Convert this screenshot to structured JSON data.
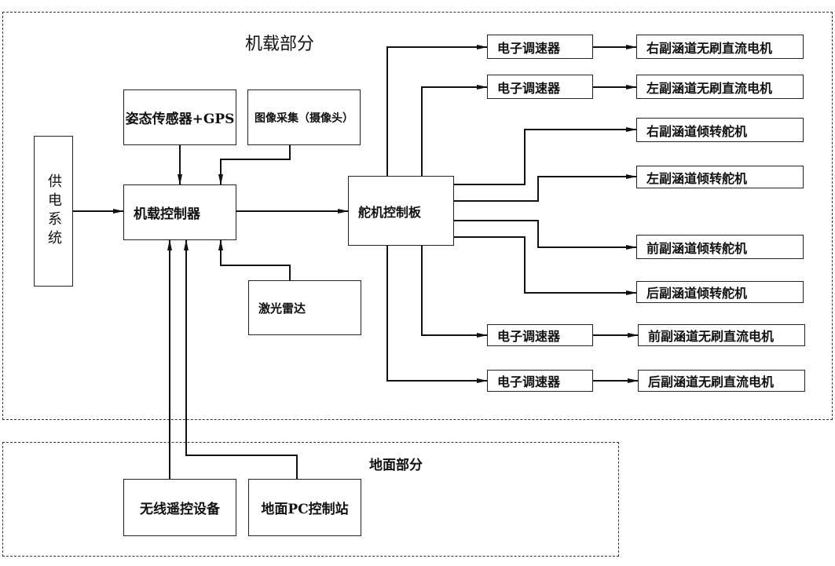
{
  "regions": {
    "airborne": {
      "title": "机载部分"
    },
    "ground": {
      "title": "地面部分"
    }
  },
  "nodes": {
    "power": "供电系统",
    "attitude": "姿态传感器+GPS",
    "camera": "图像采集（摄像头）",
    "flight_controller": "机载控制器",
    "lidar": "激光雷达",
    "servo_board": "舵机控制板",
    "esc_1": "电子调速器",
    "esc_2": "电子调速器",
    "esc_3": "电子调速器",
    "esc_4": "电子调速器",
    "motor_right": "右副涵道无刷直流电机",
    "motor_left": "左副涵道无刷直流电机",
    "motor_front": "前副涵道无刷直流电机",
    "motor_rear": "后副涵道无刷直流电机",
    "servo_right": "右副涵道倾转舵机",
    "servo_left": "左副涵道倾转舵机",
    "servo_front": "前副涵道倾转舵机",
    "servo_rear": "后副涵道倾转舵机",
    "wireless_rc": "无线遥控设备",
    "ground_pc": "地面PC控制站"
  },
  "edges": [
    {
      "from": "power",
      "to": "flight_controller"
    },
    {
      "from": "attitude",
      "to": "flight_controller"
    },
    {
      "from": "camera",
      "to": "flight_controller"
    },
    {
      "from": "lidar",
      "to": "flight_controller"
    },
    {
      "from": "wireless_rc",
      "to": "flight_controller"
    },
    {
      "from": "ground_pc",
      "to": "flight_controller"
    },
    {
      "from": "flight_controller",
      "to": "servo_board"
    },
    {
      "from": "servo_board",
      "to": "esc_1"
    },
    {
      "from": "servo_board",
      "to": "esc_2"
    },
    {
      "from": "servo_board",
      "to": "esc_3"
    },
    {
      "from": "servo_board",
      "to": "esc_4"
    },
    {
      "from": "esc_1",
      "to": "motor_right"
    },
    {
      "from": "esc_2",
      "to": "motor_left"
    },
    {
      "from": "esc_3",
      "to": "motor_front"
    },
    {
      "from": "esc_4",
      "to": "motor_rear"
    },
    {
      "from": "servo_board",
      "to": "servo_right"
    },
    {
      "from": "servo_board",
      "to": "servo_left"
    },
    {
      "from": "servo_board",
      "to": "servo_front"
    },
    {
      "from": "servo_board",
      "to": "servo_rear"
    }
  ]
}
